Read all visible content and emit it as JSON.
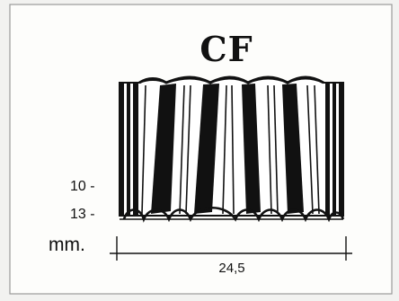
{
  "title": "CF",
  "height_labels": [
    "10 -",
    "13 -"
  ],
  "unit": "mm.",
  "width_label": "24,5",
  "colors": {
    "background": "#f2f2f0",
    "ink": "#111111",
    "paper": "#ffffff"
  }
}
